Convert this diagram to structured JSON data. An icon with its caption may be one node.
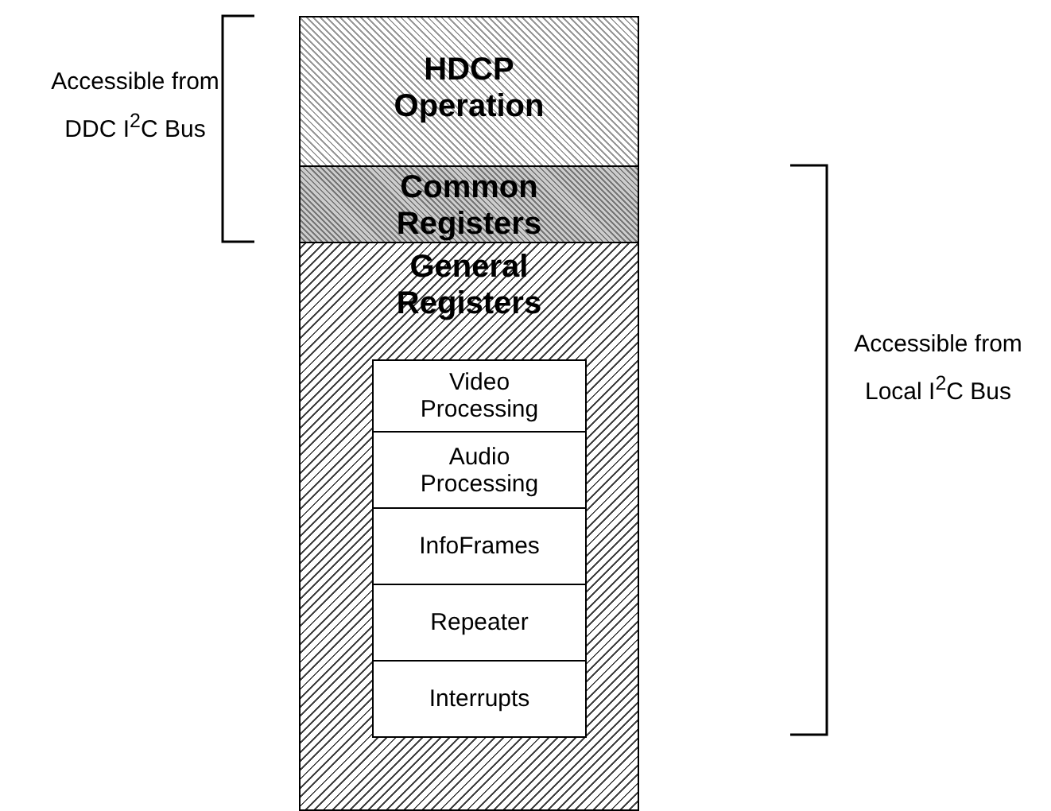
{
  "diagram": {
    "nodes": [
      {
        "text": [
          "HDCP Operation"
        ]
      },
      {
        "text": [
          "Common Registers"
        ]
      },
      {
        "text": [
          "General Registers"
        ]
      },
      {
        "text": [
          "Video Processing"
        ],
        "in": 2
      },
      {
        "text": [
          "Audio Processing"
        ],
        "in": 2
      },
      {
        "text": [
          "InfoFrames"
        ],
        "in": 2
      },
      {
        "text": [
          "Repeater"
        ],
        "in": 2
      },
      {
        "text": [
          "Interrupts"
        ],
        "in": 2
      }
    ],
    "edges": [],
    "labels": [
      "Accessible from DDC I$^{2}$C Bus",
      "Accessible from Local I$^{2}$C Bus"
    ]
  }
}
